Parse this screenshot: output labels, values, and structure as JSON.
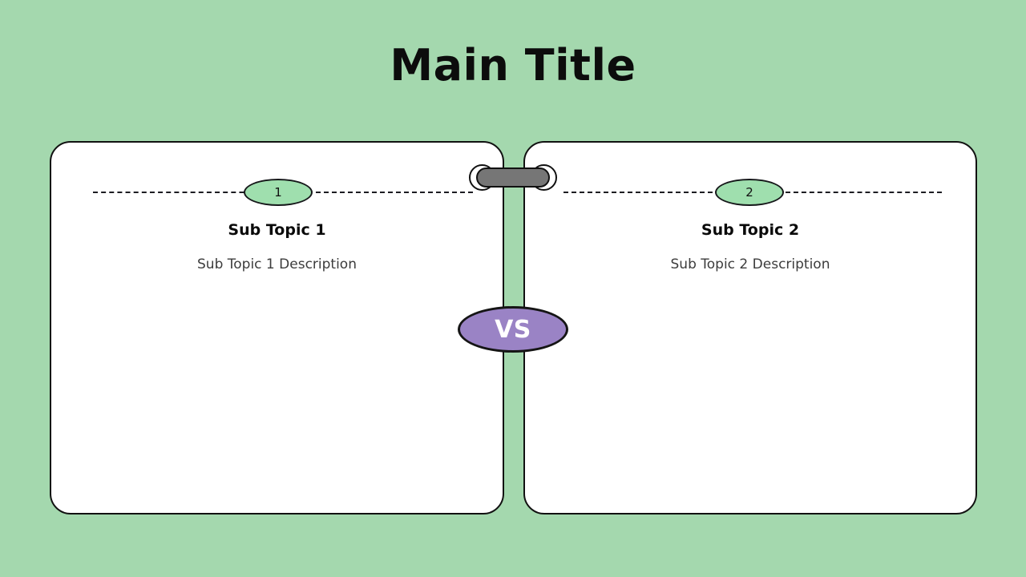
{
  "slide": {
    "title": "Main Title",
    "background_color": "#a4d8ae",
    "card_color": "#ffffff",
    "outline_color": "#111111",
    "badge_color": "#9fdfae",
    "vs_color": "#9a83c5",
    "connector_color": "#767676"
  },
  "panels": [
    {
      "number": "1",
      "title": "Sub Topic 1",
      "description": "Sub Topic 1 Description"
    },
    {
      "number": "2",
      "title": "Sub Topic 2",
      "description": "Sub Topic 2 Description"
    }
  ],
  "center": {
    "vs_label": "VS"
  }
}
